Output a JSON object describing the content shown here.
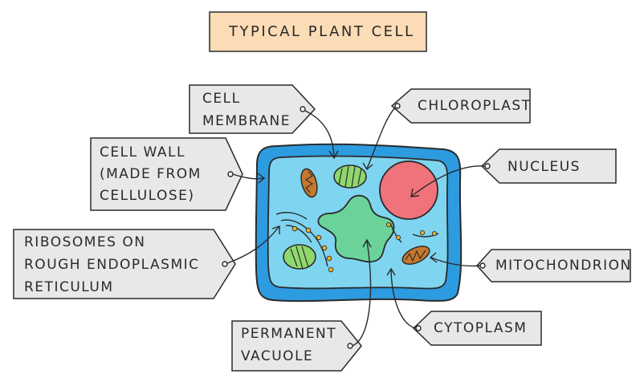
{
  "title": "TYPICAL PLANT CELL",
  "labels": {
    "cell_membrane": [
      "CELL",
      "MEMBRANE"
    ],
    "chloroplast": "CHLOROPLAST",
    "cell_wall": [
      "CELL WALL",
      "(MADE FROM",
      "CELLULOSE)"
    ],
    "nucleus": "NUCLEUS",
    "ribosomes": [
      "RIBOSOMES ON",
      "ROUGH ENDOPLASMIC",
      "RETICULUM"
    ],
    "mitochondrion": "MITOCHONDRION",
    "cytoplasm": "CYTOPLASM",
    "permanent_vacuole": [
      "PERMANENT",
      "VACUOLE"
    ]
  },
  "colors": {
    "title_box": "#fcdcb6",
    "label_box": "#e8e8e8",
    "cell_wall": "#2d9be0",
    "cytoplasm": "#7fd4f0",
    "chloroplast": "#8fd86d",
    "nucleus": "#f0727a",
    "vacuole": "#6bd39a",
    "mitochondrion": "#c6782e",
    "ribosome": "#f2b120",
    "outline": "#2a2a2a"
  }
}
